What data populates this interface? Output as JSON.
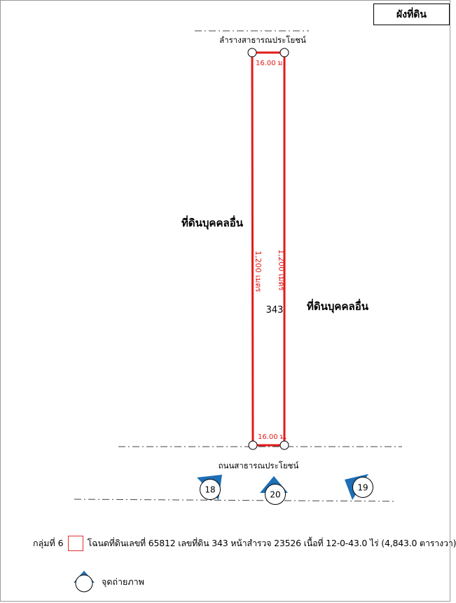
{
  "title": "ผังที่ดิน",
  "labels": {
    "top_road": "ลำรางสาธารณประโยชน์",
    "bottom_road": "ถนนสาธารณประโยชน์",
    "left_neighbor": "ที่ดินบุคคลอื่น",
    "right_neighbor": "ที่ดินบุคคลอื่น",
    "parcel_number": "343",
    "top_width": "16.00 ม.",
    "bottom_width": "16.00 ม.",
    "left_length": "1,200 เมตร",
    "right_length": "1,200 เมตร"
  },
  "photo_points": [
    {
      "number": "18"
    },
    {
      "number": "20"
    },
    {
      "number": "19"
    }
  ],
  "legend": {
    "group": "กลุ่มที่ 6",
    "deed_text": "โฉนดที่ดินเลขที่ 65812 เลขที่ดิน 343 หน้าสำรวจ 23526 เนื้อที่ 12-0-43.0 ไร่ (4,843.0 ตารางวา)",
    "photo_point_label": "จุดถ่ายภาพ"
  },
  "colors": {
    "boundary": "#e11b1b",
    "photo_marker": "#1e6fb5",
    "text_red": "#e11b1b"
  }
}
